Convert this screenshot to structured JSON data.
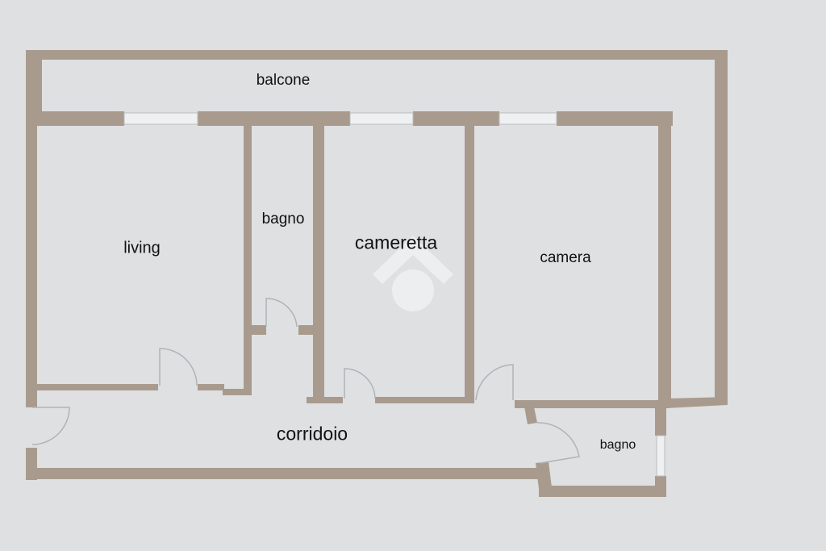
{
  "title": "Floor plan",
  "colors": {
    "wall": "#a89b8e",
    "background": "#dfe0e2"
  },
  "rooms": [
    {
      "id": "balcone",
      "label": "balcone"
    },
    {
      "id": "living",
      "label": "living"
    },
    {
      "id": "bagno-1",
      "label": "bagno"
    },
    {
      "id": "cameretta",
      "label": "cameretta"
    },
    {
      "id": "camera",
      "label": "camera"
    },
    {
      "id": "corridoio",
      "label": "corridoio"
    },
    {
      "id": "bagno-2",
      "label": "bagno"
    }
  ],
  "watermark_icon": "house-logo-watermark"
}
